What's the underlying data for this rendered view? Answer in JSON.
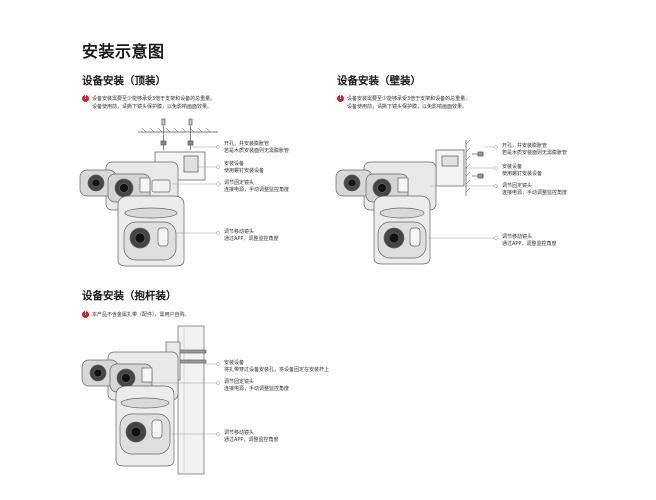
{
  "page_title": "安装示意图",
  "sections": {
    "ceiling": {
      "title": "设备安装（顶装）",
      "warn_icon": "!",
      "notes": [
        "设备安装需要至少能够承受3倍于支架和设备的总重量。",
        "设备使用前，请撕下镜头保护膜，以免影响画面效果。"
      ],
      "callouts": [
        {
          "line1": "开孔，并安装膨胀管",
          "line2": "若是木质安装面则无需膨胀管"
        },
        {
          "line1": "安装设备",
          "line2": "使用螺钉安装设备"
        },
        {
          "line1": "调节固定镜头",
          "line2": "连接电源，手动调整监控角度"
        },
        {
          "line1": "调节移动镜头",
          "line2": "通过APP，调整监控角度"
        }
      ]
    },
    "wall": {
      "title": "设备安装（壁装）",
      "warn_icon": "!",
      "notes": [
        "设备安装需要至少能够承受3倍于支架和设备的总重量。",
        "设备使用前，请撕下镜头保护膜，以免影响画面效果。"
      ],
      "callouts": [
        {
          "line1": "开孔，并安装膨胀管",
          "line2": "若是木质安装面则无需膨胀管"
        },
        {
          "line1": "安装设备",
          "line2": "使用螺钉安装设备"
        },
        {
          "line1": "调节固定镜头",
          "line2": "连接电源，手动调整监控角度"
        },
        {
          "line1": "调节移动镜头",
          "line2": "通过APP，调整监控角度"
        }
      ]
    },
    "pole": {
      "title": "设备安装（抱杆装）",
      "warn_icon": "!",
      "notes": [
        "本产品不含金属扎带（配件），需用户自购。"
      ],
      "callouts": [
        {
          "line1": "安装设备",
          "line2": "将扎带穿过设备安装孔，将设备固定在安装杆上"
        },
        {
          "line1": "调节固定镜头",
          "line2": "连接电源，手动调整监控角度"
        },
        {
          "line1": "调节移动镜头",
          "line2": "通过APP，调整监控角度"
        }
      ]
    }
  }
}
